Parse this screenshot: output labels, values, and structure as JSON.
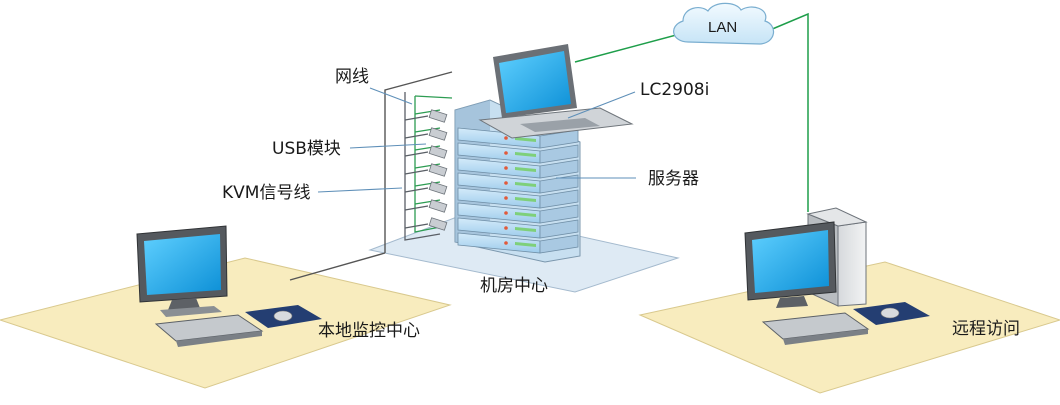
{
  "labels": {
    "network_cable": "网线",
    "usb_module": "USB模块",
    "kvm_cable": "KVM信号线",
    "console_model": "LC2908i",
    "servers": "服务器",
    "lan": "LAN",
    "machine_room": "机房中心",
    "local_monitor": "本地监控中心",
    "remote_access": "远程访问"
  },
  "colors": {
    "platform_fill": "#f8ecbe",
    "platform_stroke": "#d9c98e",
    "room_floor_fill": "#dbe8f3",
    "room_floor_stroke": "#9bb3c9",
    "server_blue": "#b9dcf3",
    "lan_line": "#1e9e4a",
    "kvm_line": "#555555",
    "pointer_line": "#5e8fb8",
    "screen_blue": "#1ca7e6"
  },
  "server_units": 8
}
